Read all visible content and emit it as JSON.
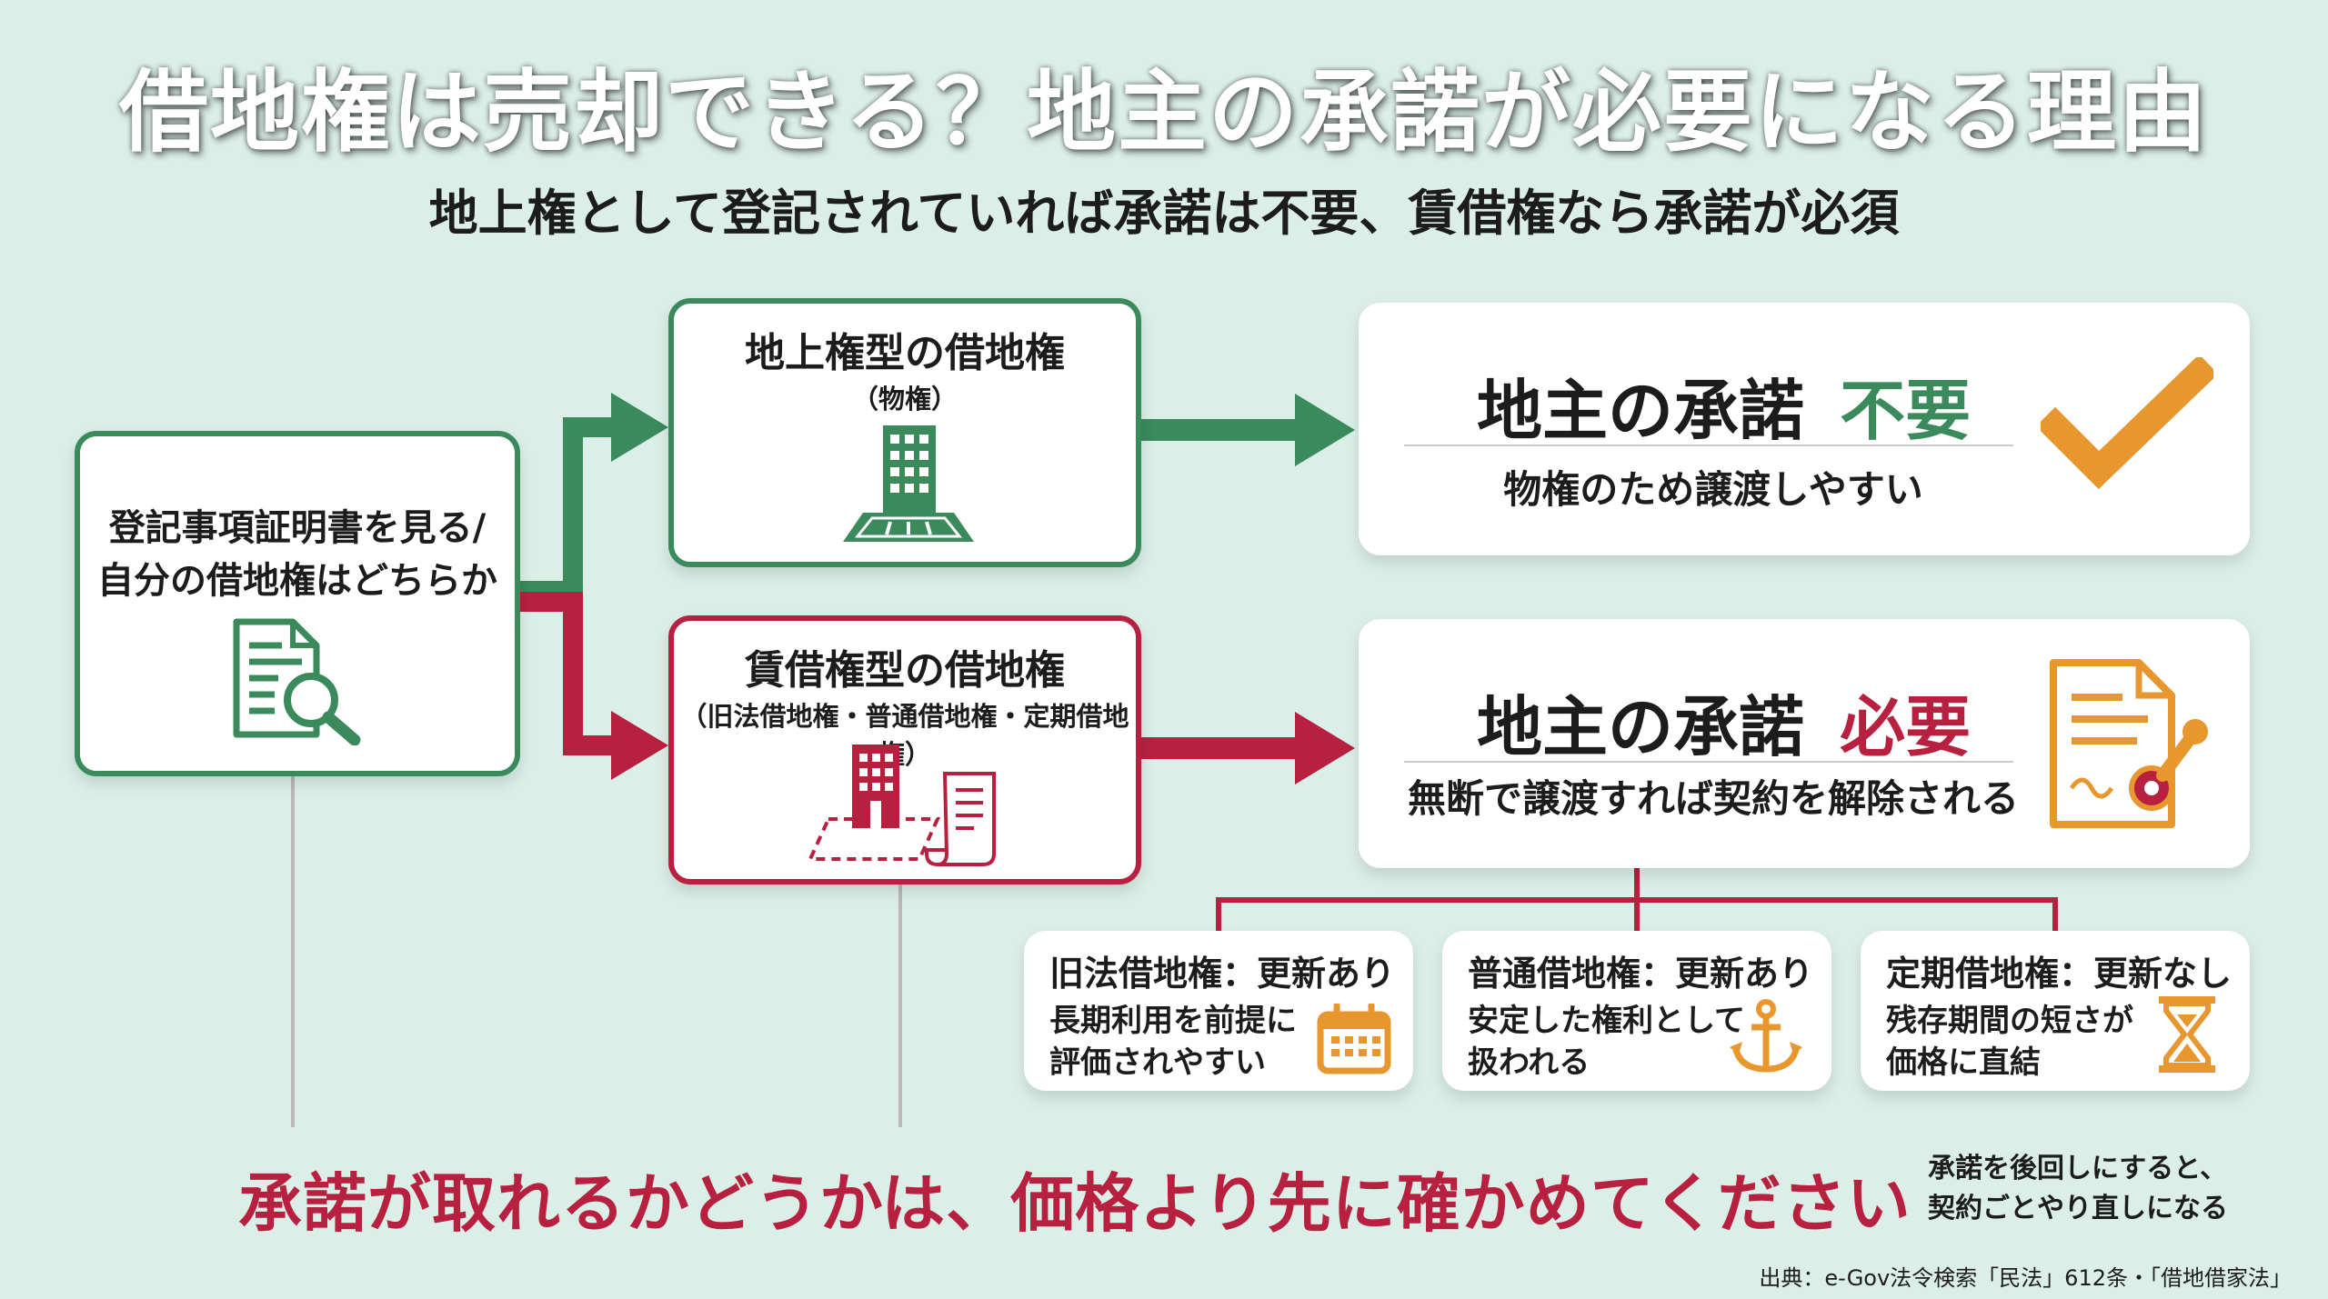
{
  "title": "借地権は売却できる？地主の承諾が必要になる理由",
  "subtitle": "地上権として登記されていれば承諾は不要、賃借権なら承諾が必須",
  "start": {
    "line1": "登記事項証明書を見る/",
    "line2": "自分の借地権はどちらか",
    "icon": "document-search-icon"
  },
  "type_a": {
    "title": "地上権型の借地権",
    "subtitle": "（物権）",
    "icon": "building-icon"
  },
  "type_b": {
    "title": "賃借権型の借地権",
    "subtitle": "（旧法借地権・普通借地権・定期借地権）",
    "icon": "building-with-contract-icon"
  },
  "result_a": {
    "head": "地主の承諾",
    "status": "不要",
    "description": "物権のため譲渡しやすい",
    "icon": "checkmark-icon"
  },
  "result_b": {
    "head": "地主の承諾",
    "status": "必要",
    "description": "無断で譲渡すれば契約を解除される",
    "icon": "contract-seal-icon"
  },
  "sub_types": [
    {
      "title": "旧法借地権：更新あり",
      "line1": "長期利用を前提に",
      "line2": "評価されやすい",
      "icon": "calendar-icon"
    },
    {
      "title": "普通借地権：更新あり",
      "line1": "安定した権利として",
      "line2": "扱われる",
      "icon": "anchor-icon"
    },
    {
      "title": "定期借地権：更新なし",
      "line1": "残存期間の短さが",
      "line2": "価格に直結",
      "icon": "hourglass-icon"
    }
  ],
  "conclusion": "承諾が取れるかどうかは、価格より先に確かめてください",
  "note": {
    "line1": "承諾を後回しにすると、",
    "line2": "契約ごとやり直しになる"
  },
  "source": "出典：e-Gov法令検索「民法」612条・「借地借家法」",
  "colors": {
    "background": "#dbeee8",
    "green": "#3a8a5c",
    "red": "#b7213f",
    "orange": "#e8962e",
    "title_text": "#ffffff"
  }
}
